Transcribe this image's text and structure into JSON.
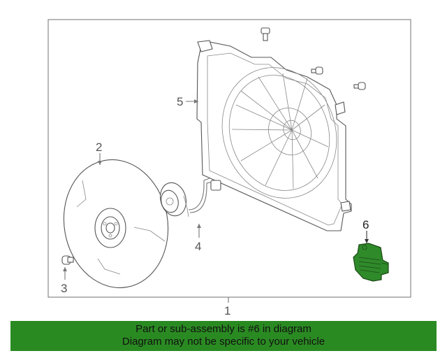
{
  "callouts": {
    "c1": "1",
    "c2": "2",
    "c3": "3",
    "c4": "4",
    "c5": "5",
    "c6": "6"
  },
  "banner": {
    "line1": "Part or sub-assembly is #6 in diagram",
    "line2": "Diagram may not be specific to your vehicle"
  },
  "colors": {
    "banner": "#2a8a22",
    "highlight_part": "#2f8a2a"
  }
}
